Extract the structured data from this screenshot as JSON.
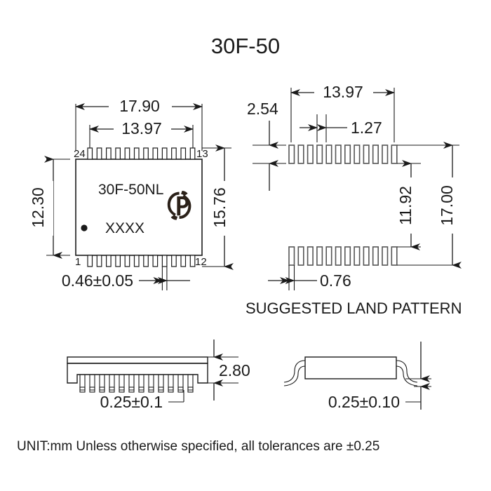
{
  "title": "30F-50",
  "footer_note": "UNIT:mm Unless otherwise specified, all tolerances are ±0.25",
  "views": {
    "top_view": {
      "name": "top-view",
      "part_marking": "30F-50NL",
      "date_code_marking": "XXXX",
      "logo_name": "pulse-logo",
      "pin_numbers": {
        "top_left": "24",
        "top_right": "13",
        "bottom_left": "1",
        "bottom_right": "12"
      },
      "pin_count_per_row": 12,
      "dimensions": {
        "overall_width": "17.90",
        "lead_span_width": "13.97",
        "body_height": "12.30",
        "overall_height": "15.76",
        "lead_width": "0.46±0.05"
      }
    },
    "land_pattern": {
      "name": "land-pattern-view",
      "caption": "SUGGESTED LAND PATTERN",
      "pad_count_per_row": 12,
      "dimensions": {
        "pad_row_span": "13.97",
        "pad_length": "2.54",
        "pad_pitch": "1.27",
        "inner_gap": "11.92",
        "overall_span": "17.00",
        "pad_width": "0.76"
      }
    },
    "side_view": {
      "name": "side-view",
      "dimensions": {
        "body_thickness": "2.80",
        "standoff": "0.25±0.1"
      }
    },
    "end_view": {
      "name": "end-view",
      "dimensions": {
        "standoff": "0.25±0.10"
      }
    }
  },
  "colors": {
    "ink": "#1a1a1a",
    "background": "#ffffff",
    "pad_outline": "#555555",
    "logo": "#2b2119"
  }
}
